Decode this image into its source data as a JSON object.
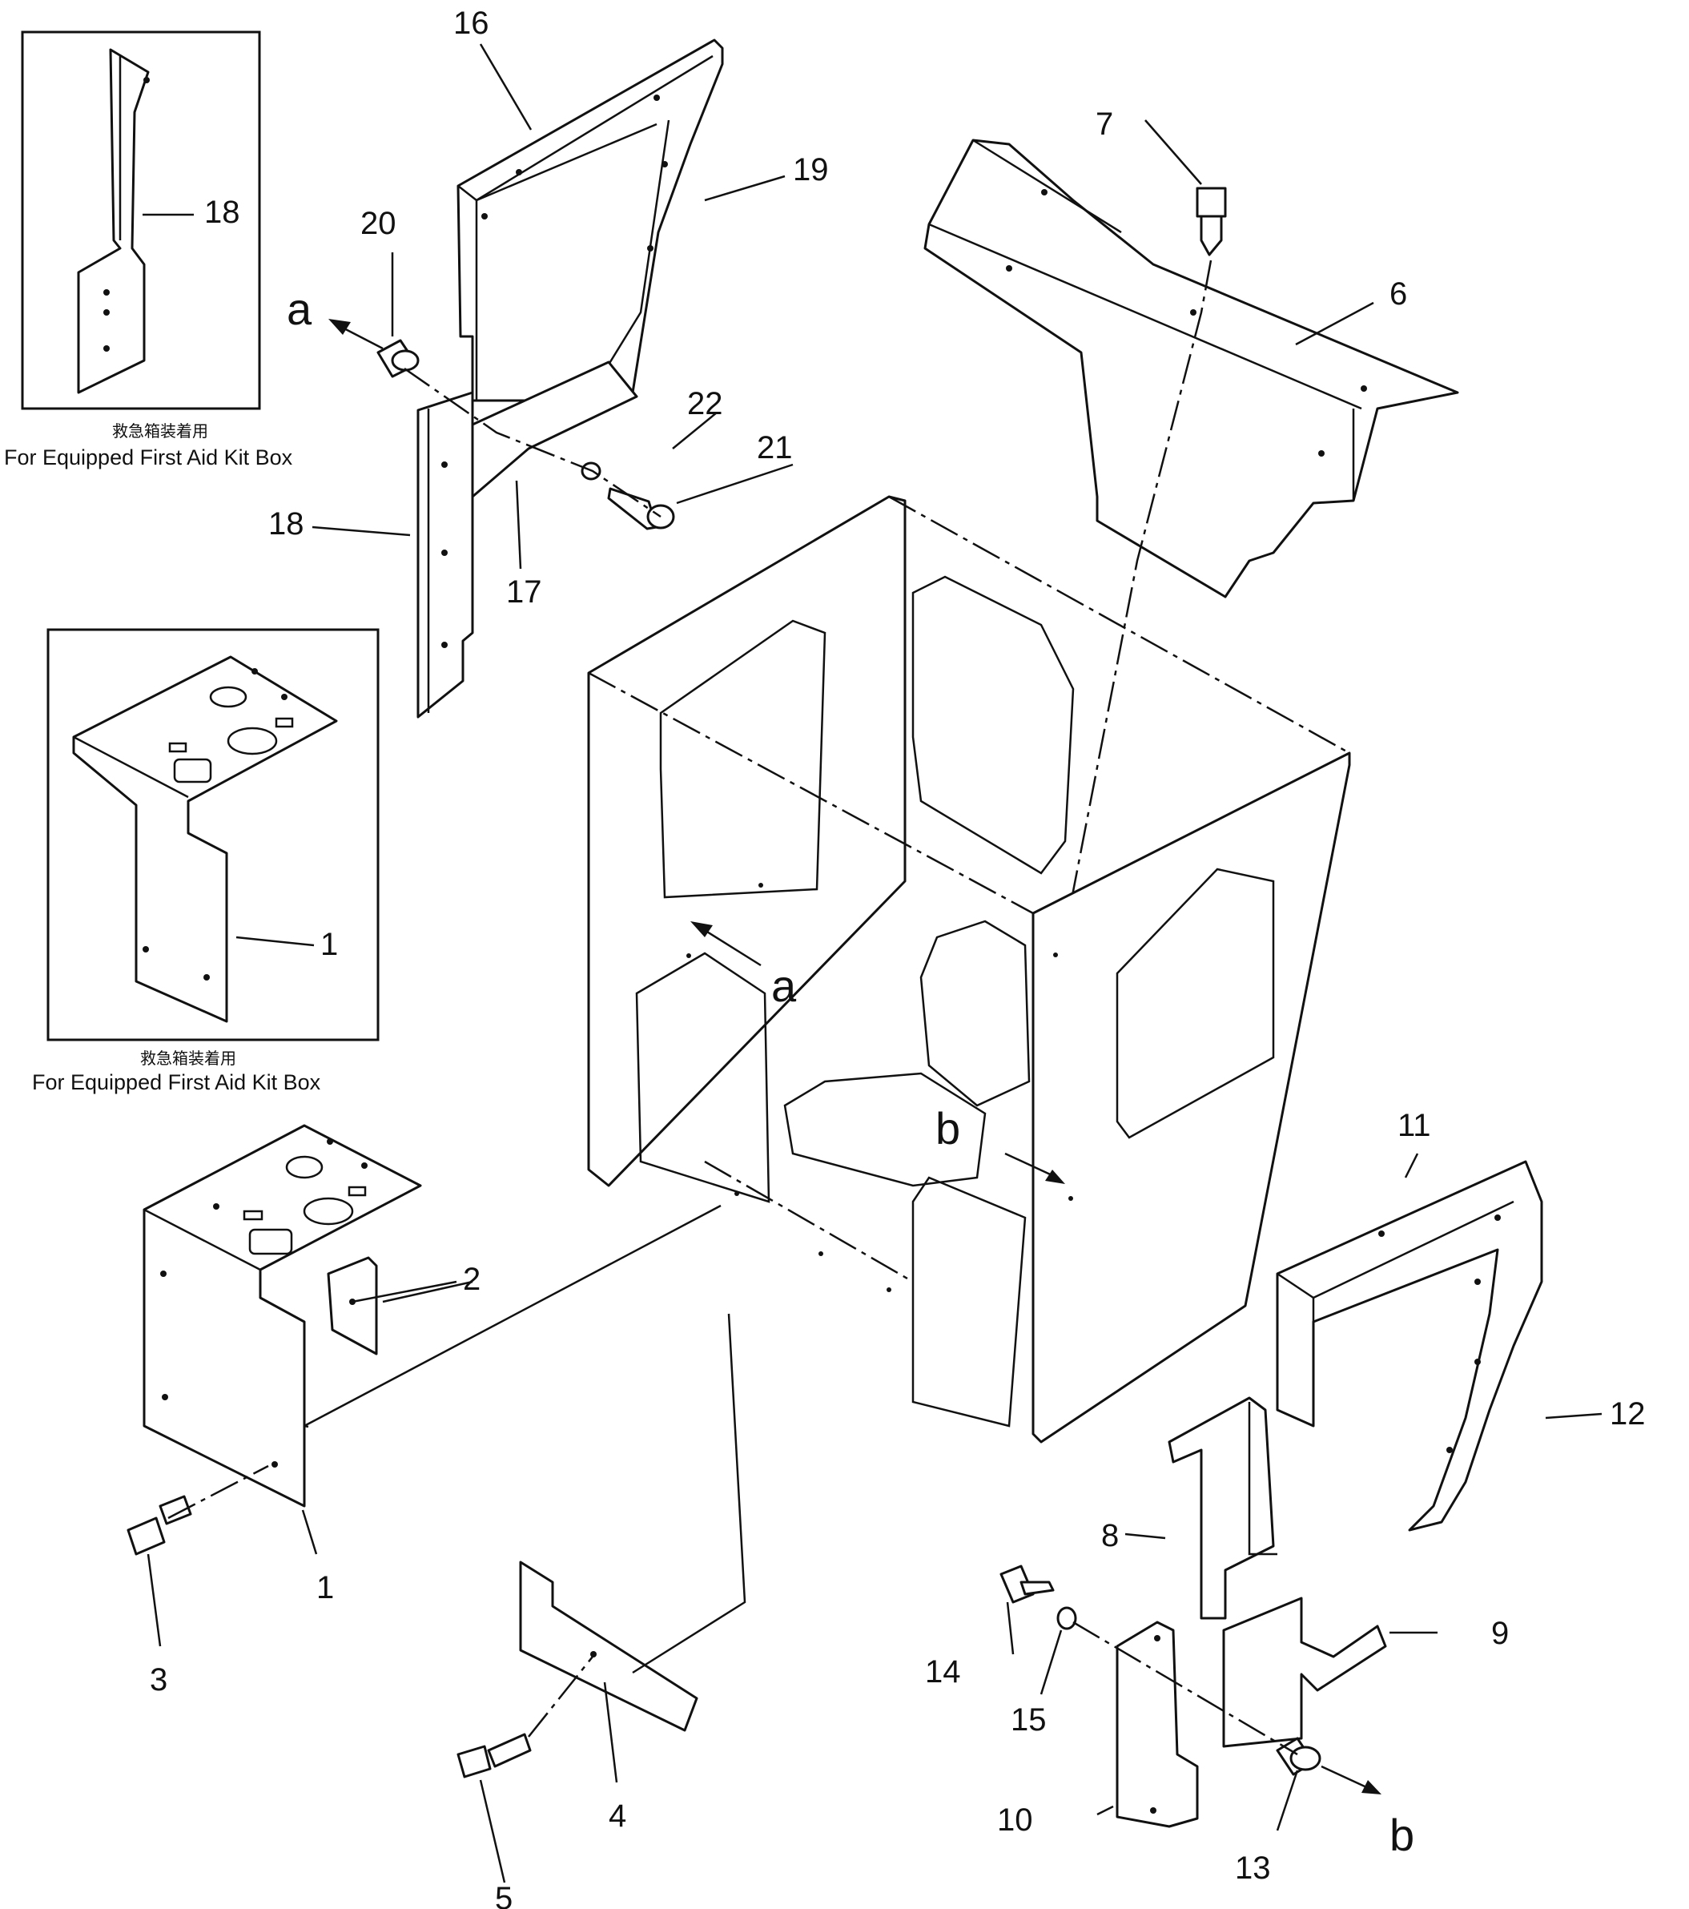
{
  "callouts": [
    "1",
    "1",
    "2",
    "3",
    "4",
    "5",
    "6",
    "7",
    "8",
    "9",
    "10",
    "11",
    "12",
    "13",
    "14",
    "15",
    "16",
    "17",
    "18",
    "18",
    "19",
    "20",
    "21",
    "22"
  ],
  "letters": {
    "a": "a",
    "b": "b"
  },
  "insets": {
    "top": {
      "caption_jp": "救急箱装着用",
      "caption_en": "For Equipped First Aid Kit Box"
    },
    "middle": {
      "caption_jp": "救急箱装着用",
      "caption_en": "For Equipped First Aid Kit Box"
    }
  }
}
